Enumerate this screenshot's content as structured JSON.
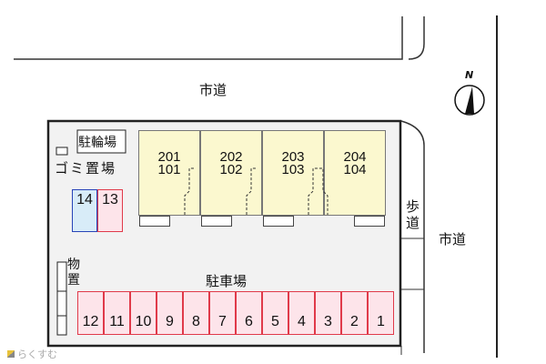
{
  "roads": {
    "top": "市道",
    "right": "市道",
    "sidewalk": "歩道"
  },
  "compass": "N",
  "labels": {
    "bicycle": "駐輪場",
    "garbage": "ゴミ置場",
    "storage": "物置",
    "parking": "駐車場"
  },
  "units": [
    {
      "upper": "201",
      "lower": "101"
    },
    {
      "upper": "202",
      "lower": "102"
    },
    {
      "upper": "203",
      "lower": "103"
    },
    {
      "upper": "204",
      "lower": "104"
    }
  ],
  "parking_spaces": [
    "12",
    "11",
    "10",
    "9",
    "8",
    "7",
    "6",
    "5",
    "4",
    "3",
    "2",
    "1"
  ],
  "extra_spaces": [
    "14",
    "13"
  ],
  "watermark": "らくすむ"
}
